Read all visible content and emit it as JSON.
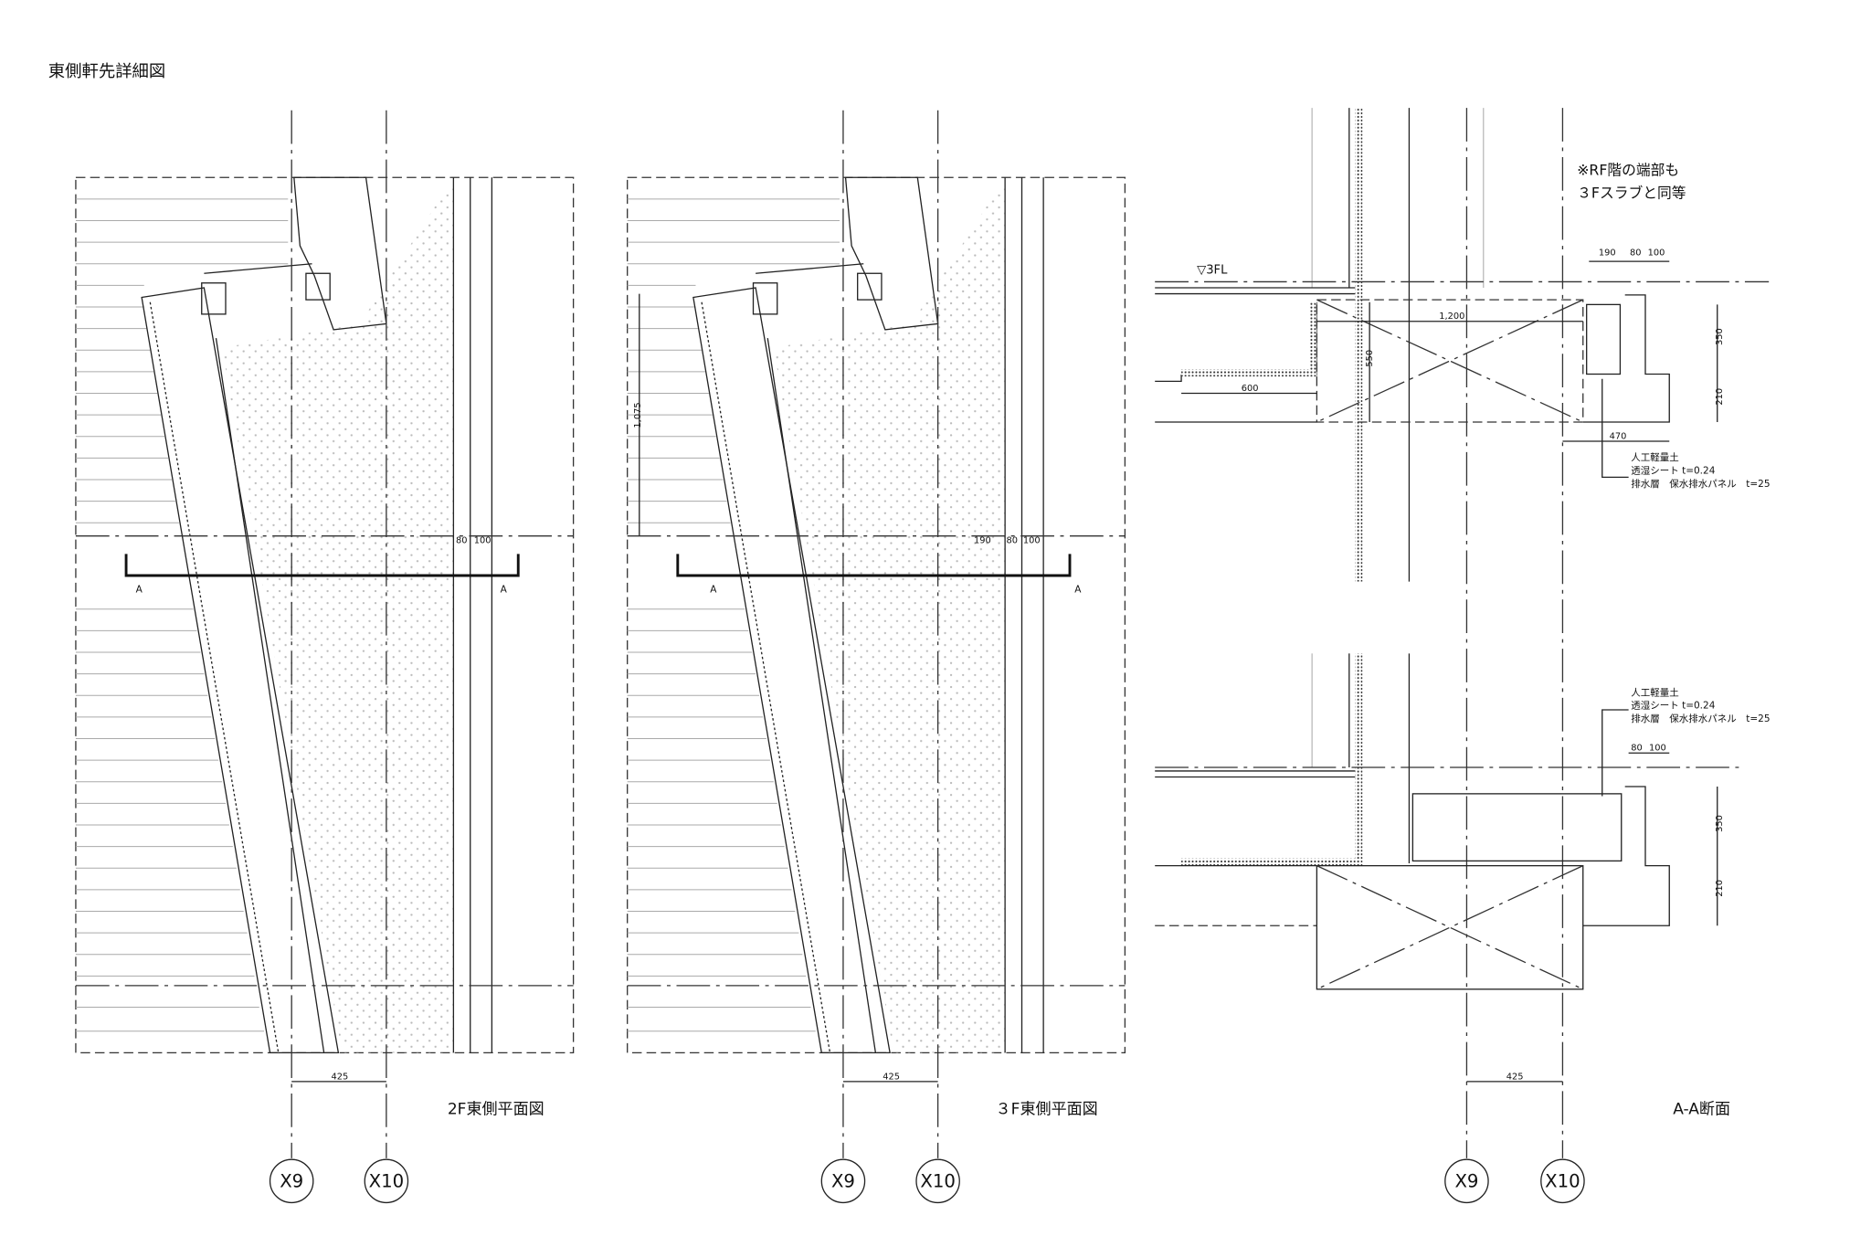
{
  "title": "東側軒先詳細図",
  "views": {
    "plan_2f": {
      "label": "2F東側平面図",
      "section_mark": "A",
      "dims": {
        "grid": "425",
        "d80": "80",
        "d100": "100"
      }
    },
    "plan_3f": {
      "label": "３F東側平面図",
      "section_mark": "A",
      "dims": {
        "grid": "425",
        "d190": "190",
        "d80": "80",
        "d100": "100",
        "height": "1,075"
      }
    },
    "section_aa": {
      "label": "A-A断面",
      "level": "▽3FL",
      "note": [
        "※RF階の端部も",
        "３Fスラブと同等"
      ],
      "dims_upper": {
        "d190": "190",
        "d80": "80",
        "d100": "100",
        "width": "1,200",
        "depth": "550",
        "d600": "600",
        "d350": "350",
        "d210": "210",
        "d470": "470"
      },
      "dims_lower": {
        "d80": "80",
        "d100": "100",
        "d350": "350",
        "d210": "210"
      },
      "grid": "425",
      "materials": [
        "人工軽量土",
        "透湿シート t=0.24",
        "排水層　保水排水パネル　t=25"
      ]
    }
  },
  "grid_axes": [
    "X9",
    "X10"
  ]
}
